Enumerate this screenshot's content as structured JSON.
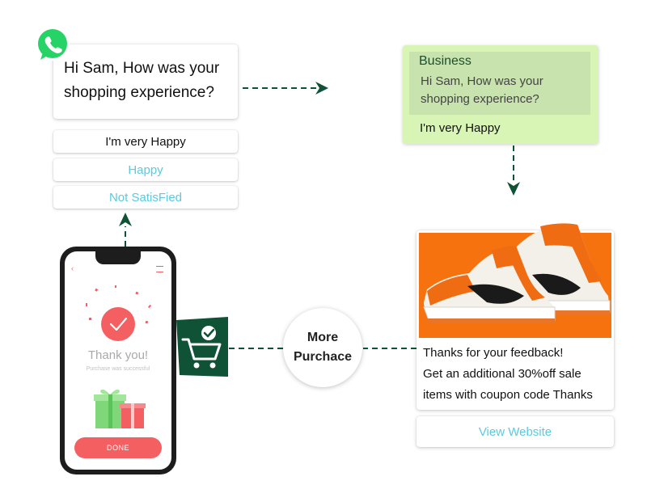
{
  "chat": {
    "message": "Hi Sam, How was your shopping experience?",
    "options": [
      "I'm very Happy",
      "Happy",
      "Not SatisFied"
    ]
  },
  "business": {
    "title": "Business",
    "message": "Hi Sam, How was your shopping experience?",
    "reply": "I'm very Happy"
  },
  "offer": {
    "line1": "Thanks for your feedback!",
    "line2": "Get an additional 30%off sale",
    "line3": "items with coupon code Thanks",
    "button": "View Website"
  },
  "center": {
    "line1": "More",
    "line2": "Purchace"
  },
  "phone": {
    "thank": "Thank you!",
    "sub": "Purchase was successful",
    "done": "DONE"
  },
  "colors": {
    "brand_green": "#0f5236",
    "whatsapp_green": "#25d366",
    "link_cyan": "#5bc9e0",
    "biz_bg": "#d9f5b5",
    "coral": "#f45f62",
    "shoe_bg": "#f5720f"
  },
  "icons": [
    "whatsapp-icon",
    "cart-icon",
    "check-icon",
    "gift-icon"
  ]
}
